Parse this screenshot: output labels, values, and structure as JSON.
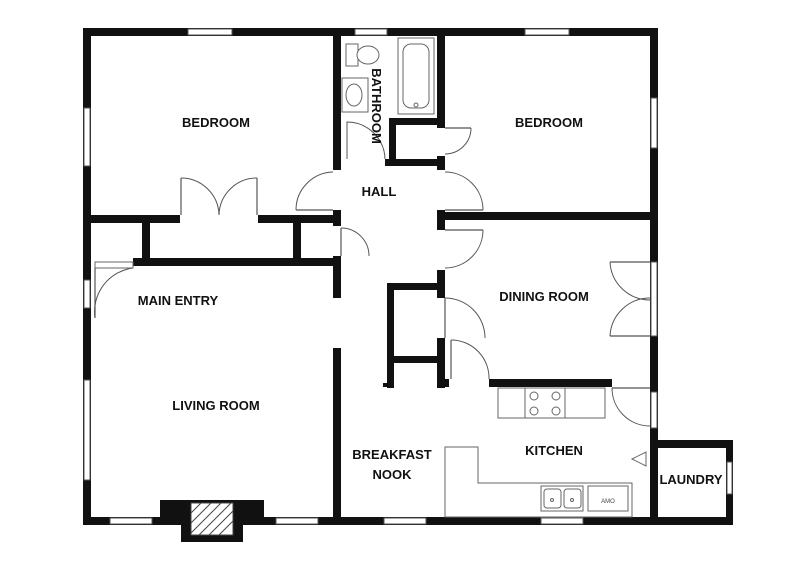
{
  "rooms": {
    "bedroom_left": "BEDROOM",
    "bathroom": "BATHROOM",
    "bedroom_right": "BEDROOM",
    "hall": "HALL",
    "main_entry": "MAIN ENTRY",
    "dining_room": "DINING ROOM",
    "living_room": "LIVING ROOM",
    "breakfast_nook_line1": "BREAKFAST",
    "breakfast_nook_line2": "NOOK",
    "kitchen": "KITCHEN",
    "laundry": "LAUNDRY"
  },
  "appliances": {
    "dishwasher": "AMO"
  }
}
